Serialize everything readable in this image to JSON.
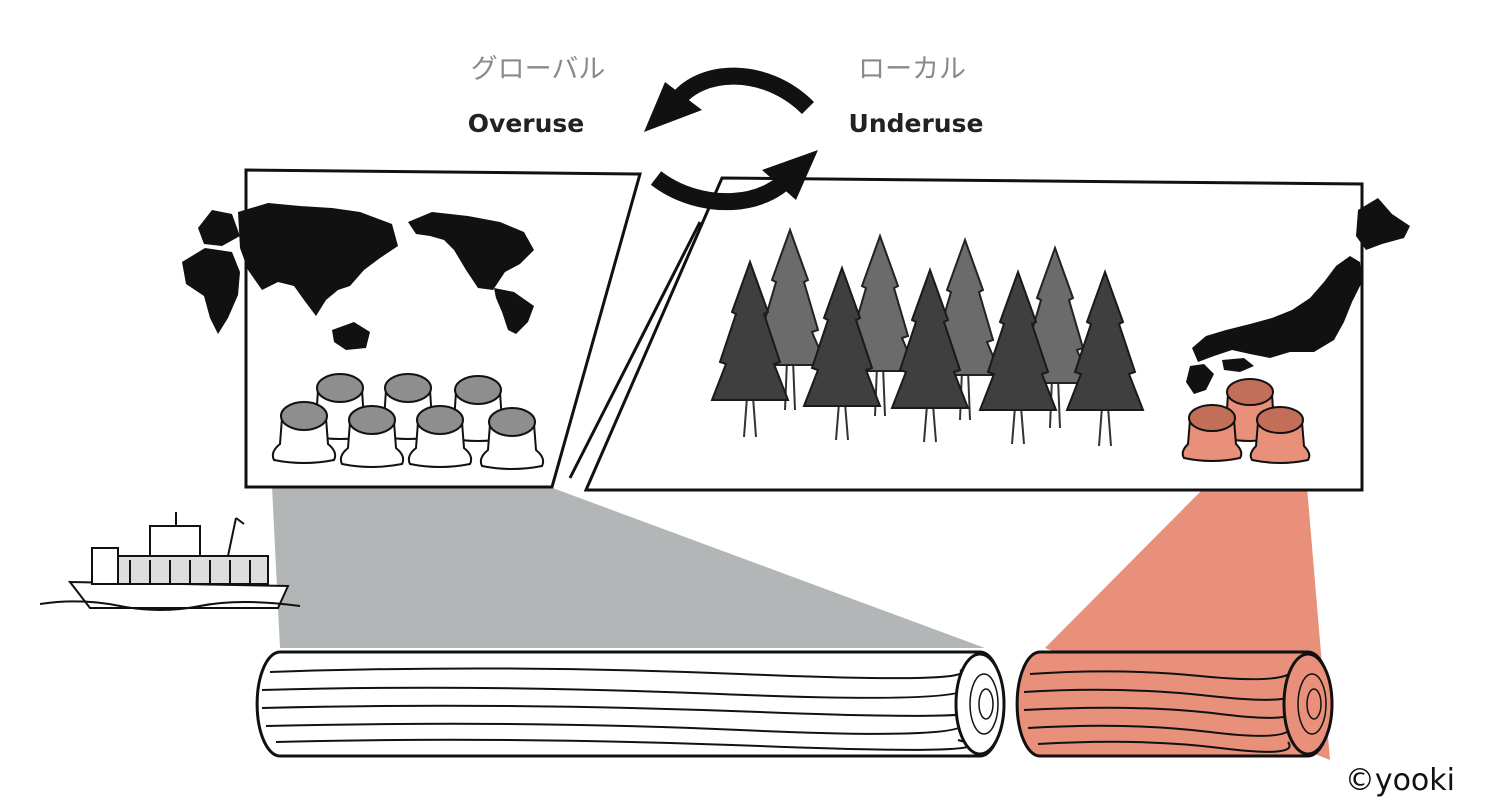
{
  "global": {
    "label_jp": "グローバル",
    "label_en": "Overuse"
  },
  "local": {
    "label_jp": "ローカル",
    "label_en": "Underuse"
  },
  "credit": "©yooki",
  "colors": {
    "global_accent": "#b3b6b7",
    "local_accent": "#e8907a",
    "ink": "#111111",
    "tree_dark": "#3f3f3f",
    "tree_mid": "#6b6b6b",
    "stump_grey": "#8e8e8e"
  },
  "icons": {
    "cycle": "cycle-arrows-icon",
    "world": "world-map-icon",
    "japan": "japan-map-icon",
    "ship": "cargo-ship-icon",
    "forest": "forest-icon",
    "stump": "tree-stump-icon",
    "log": "log-icon"
  }
}
